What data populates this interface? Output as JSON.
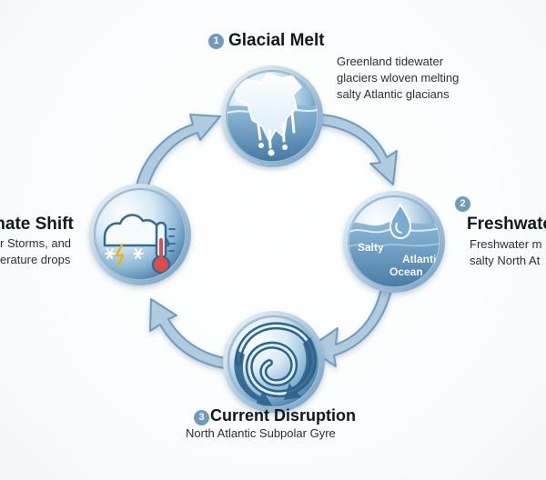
{
  "diagram": {
    "stages": [
      {
        "number": "1",
        "title": "Glacial Melt",
        "description_lines": [
          "Greenland tidewater",
          "glaciers wloven melting",
          "salty Atlantic glacians"
        ]
      },
      {
        "number": "2",
        "title": "Freshwate",
        "description_lines": [
          "Freshwater m",
          "salty North At"
        ],
        "ocean_labels": [
          "Salty",
          "Atlantic",
          "Ocean"
        ]
      },
      {
        "number": "3",
        "title": "Current Disruption",
        "description_lines": [
          "North Atlantic Subpolar Gyre"
        ]
      },
      {
        "number": "",
        "title": "mate Shift",
        "description_lines": [
          "r Storms, and",
          "erature drops"
        ]
      }
    ]
  },
  "colors": {
    "arrow": "#aecbe0",
    "arrow_stroke": "#6f9cbc",
    "circle_dark": "#4f83ab",
    "circle_light": "#d9eaf5",
    "badge": "#6f9cbc",
    "text": "#1d2733"
  },
  "icons": {
    "stage_1": "glacier-icon",
    "stage_2": "water-drop-icon",
    "stage_3": "spiral-current-icon",
    "stage_4": "storm-thermometer-icon"
  }
}
